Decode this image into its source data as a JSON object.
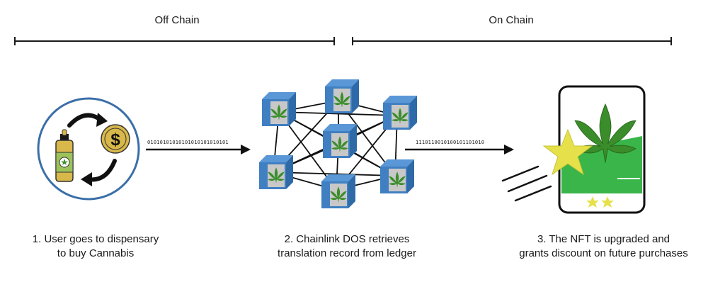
{
  "sections": {
    "off_chain": "Off Chain",
    "on_chain": "On Chain"
  },
  "arrows": {
    "binary_1": "01010101010101010101010101",
    "binary_2": "1110110010100101101010"
  },
  "steps": [
    {
      "line1": "1. User goes to dispensary",
      "line2": "to buy Cannabis"
    },
    {
      "line1": "2. Chainlink DOS retrieves",
      "line2": "translation record from ledger"
    },
    {
      "line1": "3. The NFT is upgraded and",
      "line2": "grants discount on future purchases"
    }
  ],
  "icons": {
    "step1": [
      "cycle-circle-icon",
      "oil-bottle-icon",
      "dollar-coin-icon"
    ],
    "step2": [
      "node-cube-icon",
      "cannabis-leaf-icon"
    ],
    "step3": [
      "phone-card-icon",
      "star-icon",
      "speed-lines-icon"
    ]
  },
  "colors": {
    "circle_border": "#3a6ea8",
    "cube_blue": "#3f7fc2",
    "cube_face": "#c8c8c8",
    "leaf_green": "#3a8d2a",
    "card_green": "#3ab54a",
    "star_yellow": "#e6e04a",
    "coin_gold": "#d8b84a"
  }
}
